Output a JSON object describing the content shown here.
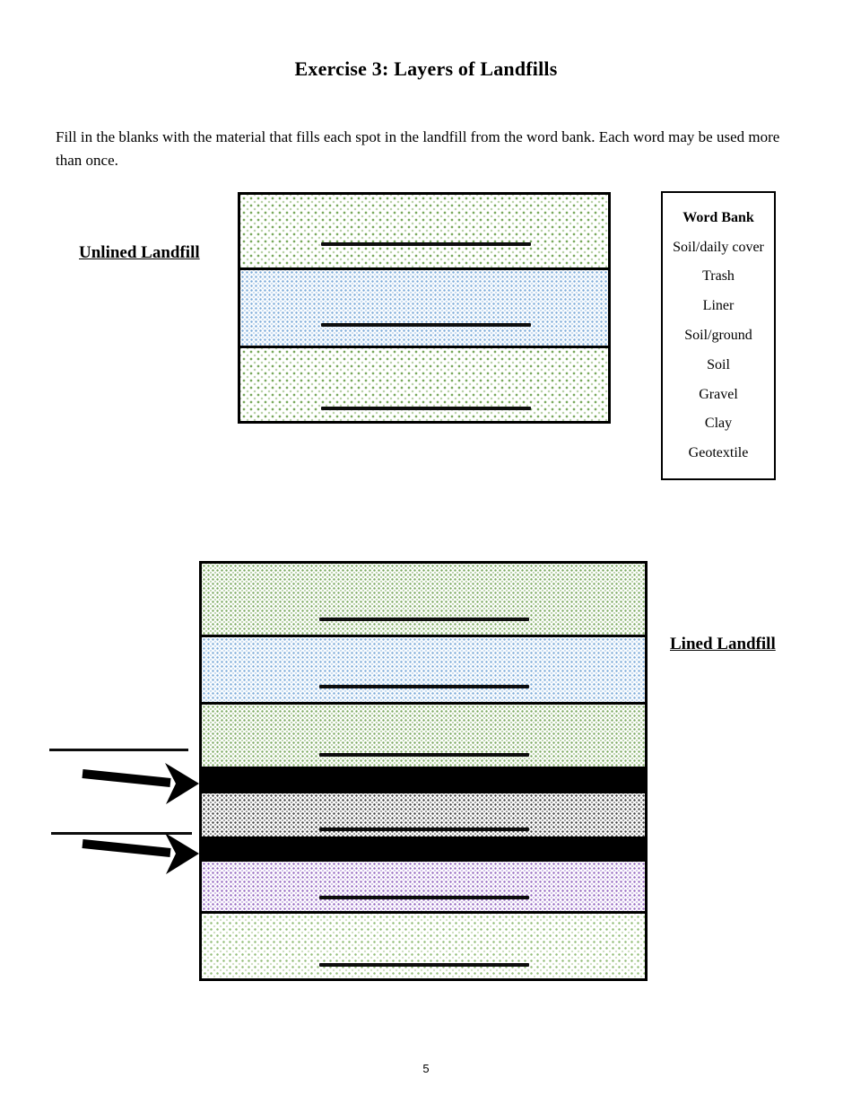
{
  "page": {
    "title": "Exercise 3: Layers of Landfills",
    "instructions": "Fill in the blanks with the material that fills each spot in the landfill from the word bank.  Each word may be used more than once.",
    "page_number": "5"
  },
  "word_bank": {
    "title": "Word Bank",
    "words": [
      "Soil/daily cover",
      "Trash",
      "Liner",
      "Soil/ground",
      "Soil",
      "Gravel",
      "Clay",
      "Geotextile"
    ]
  },
  "unlined": {
    "label": "Unlined Landfill",
    "layers": [
      {
        "pattern": "green-dots",
        "has_blank": true
      },
      {
        "pattern": "blue-dots",
        "has_blank": true
      },
      {
        "pattern": "green-dots",
        "has_blank": true
      }
    ]
  },
  "lined": {
    "label": "Lined Landfill",
    "layers": [
      {
        "pattern": "green-dots-dense",
        "has_blank": true
      },
      {
        "pattern": "blue-dots",
        "has_blank": true
      },
      {
        "pattern": "green-dots-dense",
        "has_blank": true
      },
      {
        "pattern": "solid-black",
        "has_blank": false,
        "pointed_by_arrow": true
      },
      {
        "pattern": "dark-dots",
        "has_blank": true
      },
      {
        "pattern": "solid-black",
        "has_blank": false,
        "pointed_by_arrow": true
      },
      {
        "pattern": "purple-dots",
        "has_blank": true
      },
      {
        "pattern": "green-dots-light",
        "has_blank": true
      }
    ],
    "side_callouts": 2
  },
  "colors": {
    "green_dot": "#79a95d",
    "green_dot_light": "#b9d2a8",
    "blue_dot": "#7aa9d8",
    "dark_dot": "#3c3c3c",
    "purple_dot": "#9467c0",
    "solid_layer": "#000000",
    "ink": "#0d0d0d",
    "paper": "#ffffff"
  }
}
